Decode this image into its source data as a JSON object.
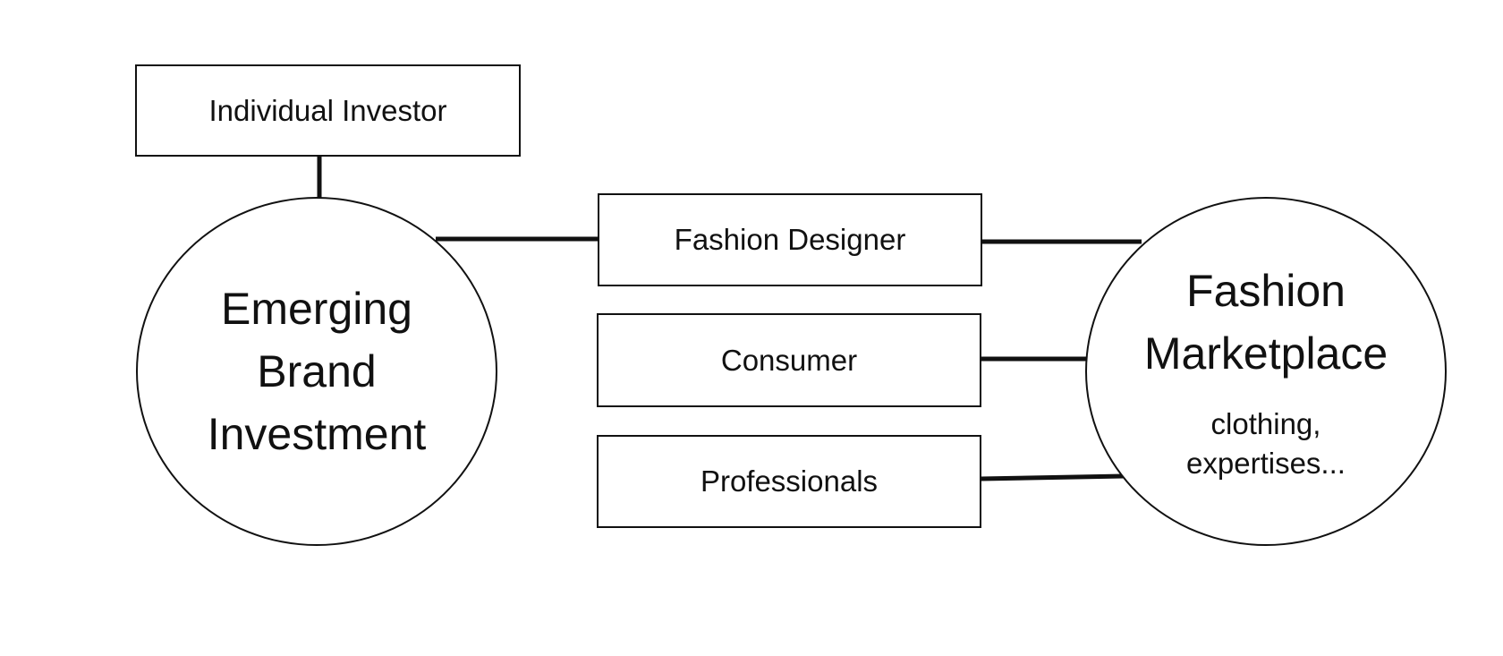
{
  "nodes": {
    "individual_investor": "Individual Investor",
    "emerging_brand": [
      "Emerging",
      "Brand",
      "Investment"
    ],
    "fashion_designer": "Fashion Designer",
    "consumer": "Consumer",
    "professionals": "Professionals",
    "fashion_marketplace": [
      "Fashion",
      "Marketplace"
    ],
    "marketplace_note": [
      "clothing,",
      "expertises..."
    ]
  },
  "colors": {
    "stroke": "#111111",
    "background": "#ffffff"
  }
}
